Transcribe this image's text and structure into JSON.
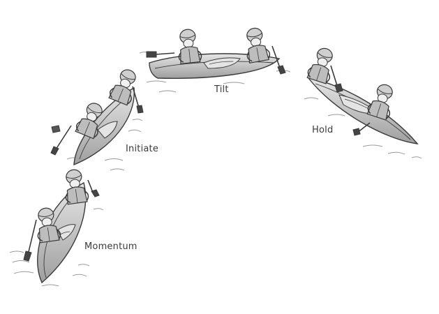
{
  "diagram": {
    "stages": [
      {
        "id": "momentum",
        "label": "Momentum"
      },
      {
        "id": "initiate",
        "label": "Initiate"
      },
      {
        "id": "tilt",
        "label": "Tilt"
      },
      {
        "id": "hold",
        "label": "Hold"
      }
    ]
  },
  "colors": {
    "ink": "#3a3a3a",
    "hull": "#d8d8d8",
    "hull_shadow": "#a9a9a9",
    "figure": "#c8c8c8",
    "water": "#9a9a9a"
  },
  "icons": [
    "canoe-icon",
    "paddler-icon",
    "paddle-icon",
    "water-ripple-icon"
  ]
}
